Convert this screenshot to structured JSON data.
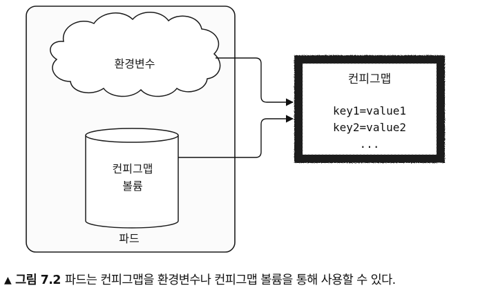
{
  "diagram": {
    "pod_label": "파드",
    "env_label": "환경변수",
    "volume_label_line1": "컨피그맵",
    "volume_label_line2": "볼륨",
    "configmap_title": "컨피그맵",
    "configmap_entries": [
      "key1=value1",
      "key2=value2"
    ],
    "configmap_more": "..."
  },
  "caption": {
    "marker": "▲",
    "number": "그림 7.2",
    "text": "파드는 컨피그맵을 환경변수나 컨피그맵 볼륨을 통해 사용할 수 있다."
  }
}
